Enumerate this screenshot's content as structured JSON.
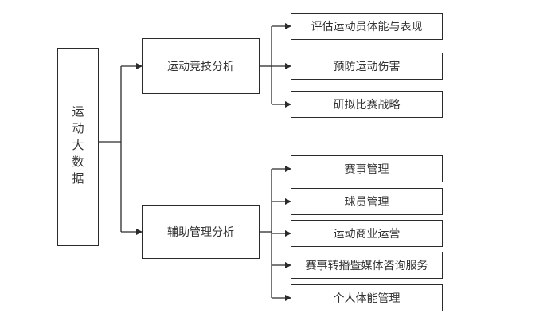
{
  "diagram": {
    "root": {
      "label": "运动大数据"
    },
    "branches": [
      {
        "label": "运动竞技分析",
        "children": [
          "评估运动员体能与表现",
          "预防运动伤害",
          "研拟比赛战略"
        ]
      },
      {
        "label": "辅助管理分析",
        "children": [
          "赛事管理",
          "球员管理",
          "运动商业运营",
          "赛事转播暨媒体咨询服务",
          "个人体能管理"
        ]
      }
    ],
    "colors": {
      "line": "#2b2b2b",
      "text": "#333333",
      "background": "#ffffff"
    }
  }
}
